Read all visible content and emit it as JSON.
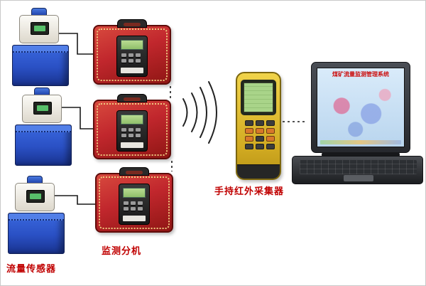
{
  "labels": {
    "flow_sensor": "流量传感器",
    "monitor_unit": "监测分机",
    "handheld": "手持红外采集器"
  },
  "laptop_screen": {
    "title": "煤矿流量监测管理系统"
  },
  "diagram": {
    "flow_sensor_count": 3,
    "monitor_unit_count": 3,
    "links": [
      "flow-sensor-1 -> monitor-unit-1 (solid wire)",
      "flow-sensor-2 -> monitor-unit-2 (solid wire)",
      "flow-sensor-3 -> monitor-unit-3 (solid wire)",
      "monitor-unit-1 -> monitor-unit-2 (dashed)",
      "monitor-unit-2 -> monitor-unit-3 (dashed)",
      "monitor-units -> handheld-collector (wireless waves)",
      "handheld-collector -> laptop (dashed)"
    ]
  },
  "colors": {
    "label_red": "#c00000",
    "box_red": "#c1272d",
    "tank_blue": "#2a50c4",
    "handheld_yellow": "#d2ab22",
    "lcd_green": "#9fce78",
    "screen_blue": "#c9def2"
  }
}
